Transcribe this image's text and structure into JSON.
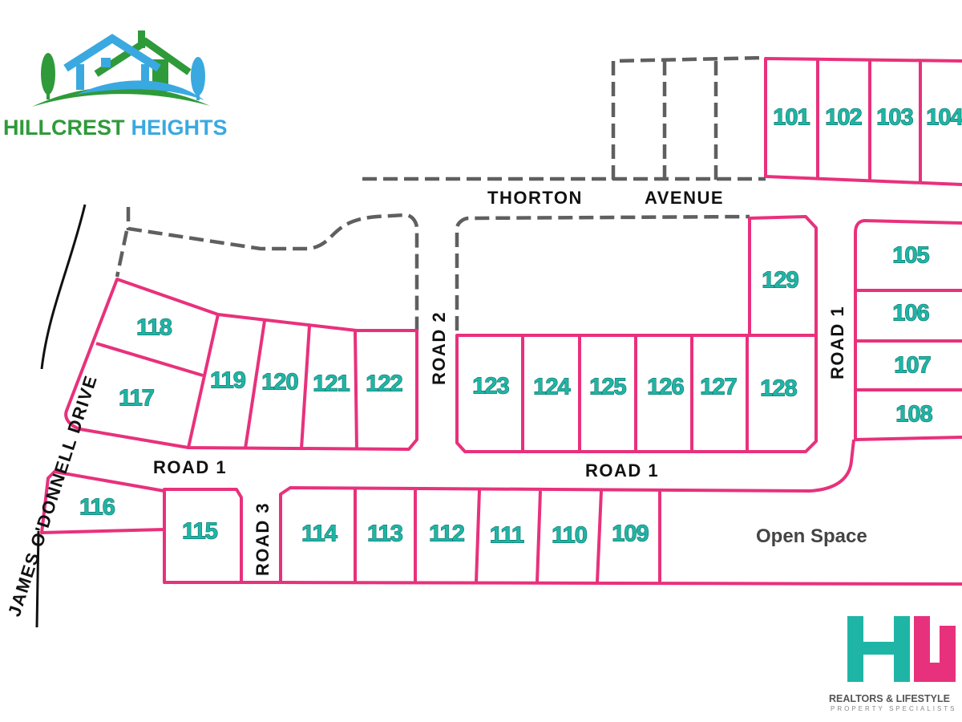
{
  "brand": {
    "name_part1": "HILLCREST",
    "name_part2": "HEIGHTS",
    "colors": {
      "green": "#2f9a3a",
      "blue": "#3aa9e0"
    }
  },
  "agency": {
    "tagline": "REALTORS & LIFESTYLE",
    "subtitle": "PROPERTY SPECIALISTS",
    "colors": {
      "teal": "#1fb5a6",
      "pink": "#e8317c"
    }
  },
  "roads": {
    "thorton": "THORTON",
    "avenue": "AVENUE",
    "james_odonnell_drive": "JAMES O'DONNELL DRIVE",
    "road1_left": "ROAD 1",
    "road1_middle": "ROAD 1",
    "road1_right": "ROAD 1",
    "road2": "ROAD 2",
    "road3": "ROAD 3"
  },
  "open_space": "Open Space",
  "lots": [
    {
      "id": "101"
    },
    {
      "id": "102"
    },
    {
      "id": "103"
    },
    {
      "id": "104"
    },
    {
      "id": "105"
    },
    {
      "id": "106"
    },
    {
      "id": "107"
    },
    {
      "id": "108"
    },
    {
      "id": "109"
    },
    {
      "id": "110"
    },
    {
      "id": "111"
    },
    {
      "id": "112"
    },
    {
      "id": "113"
    },
    {
      "id": "114"
    },
    {
      "id": "115"
    },
    {
      "id": "116"
    },
    {
      "id": "117"
    },
    {
      "id": "118"
    },
    {
      "id": "119"
    },
    {
      "id": "120"
    },
    {
      "id": "121"
    },
    {
      "id": "122"
    },
    {
      "id": "123"
    },
    {
      "id": "124"
    },
    {
      "id": "125"
    },
    {
      "id": "126"
    },
    {
      "id": "127"
    },
    {
      "id": "128"
    },
    {
      "id": "129"
    }
  ],
  "map_colors": {
    "lot_border": "#e8317c",
    "lot_number": "#1fb5a6",
    "future_boundary": "#5f5f5f"
  }
}
